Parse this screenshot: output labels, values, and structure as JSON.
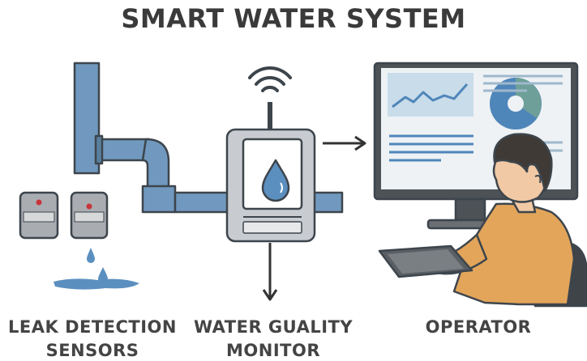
{
  "title": "SMART WATER SYSTEM",
  "labels": {
    "leak_line1": "LEAK DETECTION",
    "leak_line2": "SENSORS",
    "monitor_line1": "WATER GUALITY",
    "monitor_line2": "MONITOR",
    "operator": "OPERATOR"
  },
  "colors": {
    "pipe": "#7199bf",
    "outline": "#3d454c",
    "device": "#c8ccd0",
    "water": "#5b8fc0",
    "shirt": "#e3a55a",
    "skin": "#f1c9a5",
    "screen_chart": "#c8dcea",
    "pie_teal": "#6e9f98",
    "sensor_led": "#c9343a"
  }
}
